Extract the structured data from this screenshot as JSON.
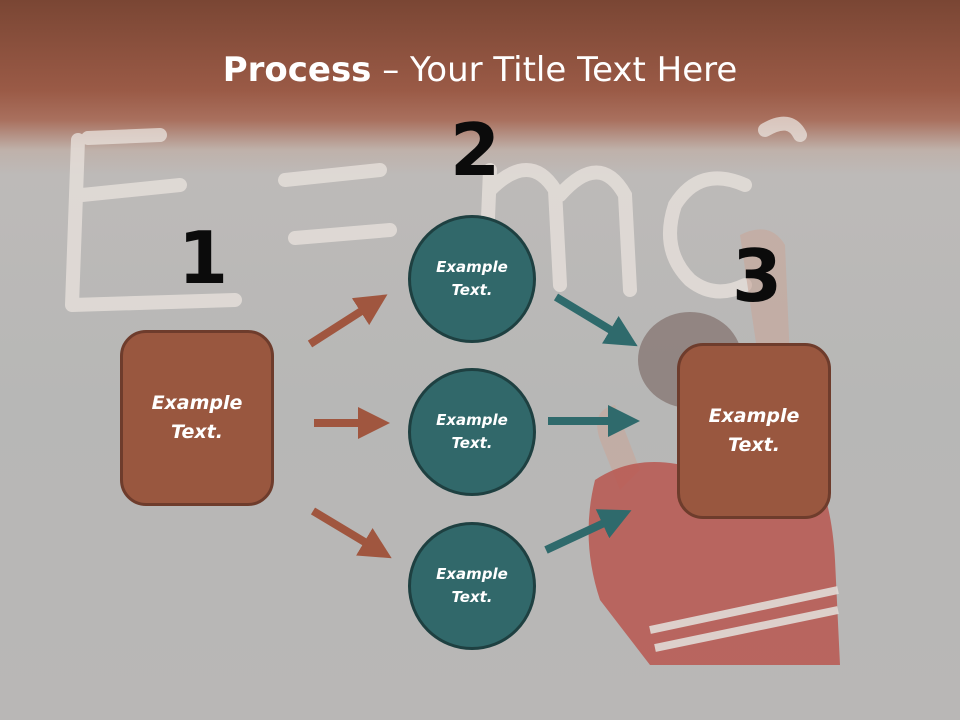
{
  "title": {
    "bold": "Process",
    "rest": " – Your Title Text Here"
  },
  "steps": [
    {
      "number": "1",
      "label_line1": "Example",
      "label_line2": "Text."
    },
    {
      "number": "2"
    },
    {
      "number": "3",
      "label_line1": "Example",
      "label_line2": "Text."
    }
  ],
  "circles": [
    {
      "label_line1": "Example",
      "label_line2": "Text."
    },
    {
      "label_line1": "Example",
      "label_line2": "Text."
    },
    {
      "label_line1": "Example",
      "label_line2": "Text."
    }
  ],
  "colors": {
    "left_box": "#99573f",
    "right_box": "#99573f",
    "circle": "#31686a",
    "arrow_brown": "#a0563f",
    "arrow_teal": "#2f6a6c",
    "header": "#8c4f3c"
  }
}
